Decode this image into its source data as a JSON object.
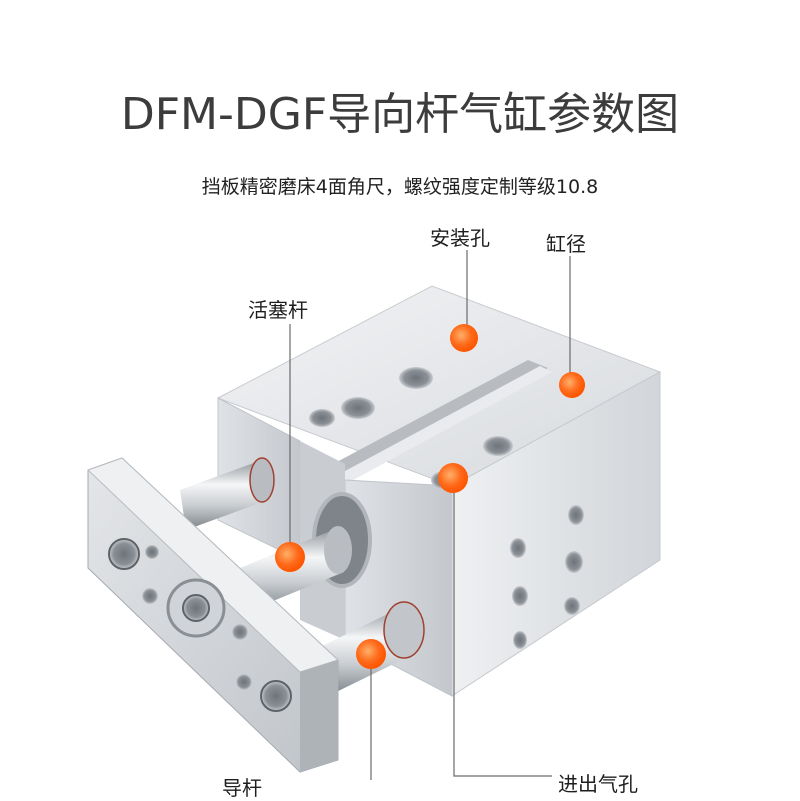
{
  "header": {
    "title": "DFM-DGF导向杆气缸参数图",
    "subtitle": "挡板精密磨床4面角尺，螺纹强度定制等级10.8"
  },
  "callouts": {
    "mounting_hole": "安装孔",
    "bore": "缸径",
    "piston_rod": "活塞杆",
    "guide_rod": "导杆",
    "air_port": "进出气孔"
  },
  "colors": {
    "marker": "#ff6a1a",
    "aluminum_light": "#e9ebee",
    "aluminum_mid": "#cfd3d8",
    "aluminum_dark": "#a8adb3",
    "leader_line": "#6a6a6a"
  }
}
